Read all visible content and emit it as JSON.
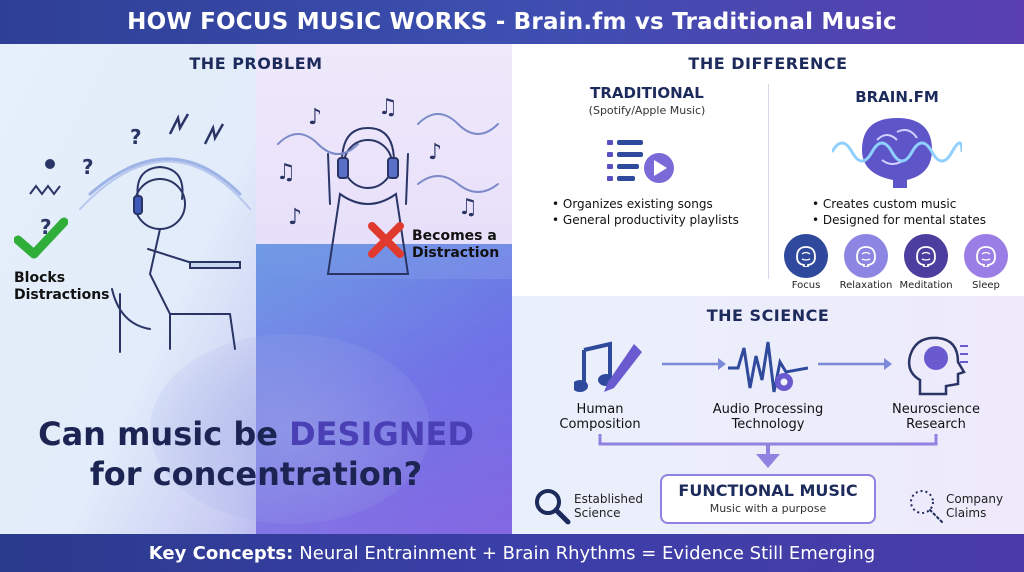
{
  "header": {
    "title": "HOW FOCUS MUSIC WORKS - Brain.fm vs Traditional Music"
  },
  "problem": {
    "title": "THE PROBLEM",
    "good_label": "Blocks Distractions",
    "bad_label": "Becomes a Distraction",
    "question_pre": "Can music be ",
    "question_highlight": "DESIGNED",
    "question_post": "for concentration?"
  },
  "difference": {
    "title": "THE DIFFERENCE",
    "traditional": {
      "heading": "TRADITIONAL",
      "sub": "(Spotify/Apple Music)",
      "bullets": [
        "• Organizes existing songs",
        "• General productivity playlists"
      ]
    },
    "brainfm": {
      "heading": "BRAIN.FM",
      "bullets": [
        "• Creates custom music",
        "• Designed for mental states"
      ],
      "states": [
        {
          "label": "Focus",
          "color": "#2f4a9c"
        },
        {
          "label": "Relaxation",
          "color": "#8c86e2"
        },
        {
          "label": "Meditation",
          "color": "#4b3e9e"
        },
        {
          "label": "Sleep",
          "color": "#9b7de6"
        }
      ]
    }
  },
  "science": {
    "title": "THE SCIENCE",
    "steps": [
      {
        "line1": "Human",
        "line2": "Composition"
      },
      {
        "line1": "Audio Processing",
        "line2": "Technology"
      },
      {
        "line1": "Neuroscience",
        "line2": "Research"
      }
    ],
    "result_title": "FUNCTIONAL MUSIC",
    "result_sub": "Music with a purpose",
    "left_note": {
      "line1": "Established",
      "line2": "Science"
    },
    "right_note": {
      "line1": "Company",
      "line2": "Claims"
    }
  },
  "footer": {
    "label": "Key Concepts:",
    "text": "Neural Entrainment + Brain Rhythms = Evidence Still Emerging"
  },
  "colors": {
    "navy": "#1d2a5c",
    "accent": "#4a3fb5",
    "check": "#2fae3a",
    "cross": "#e03a2f"
  }
}
